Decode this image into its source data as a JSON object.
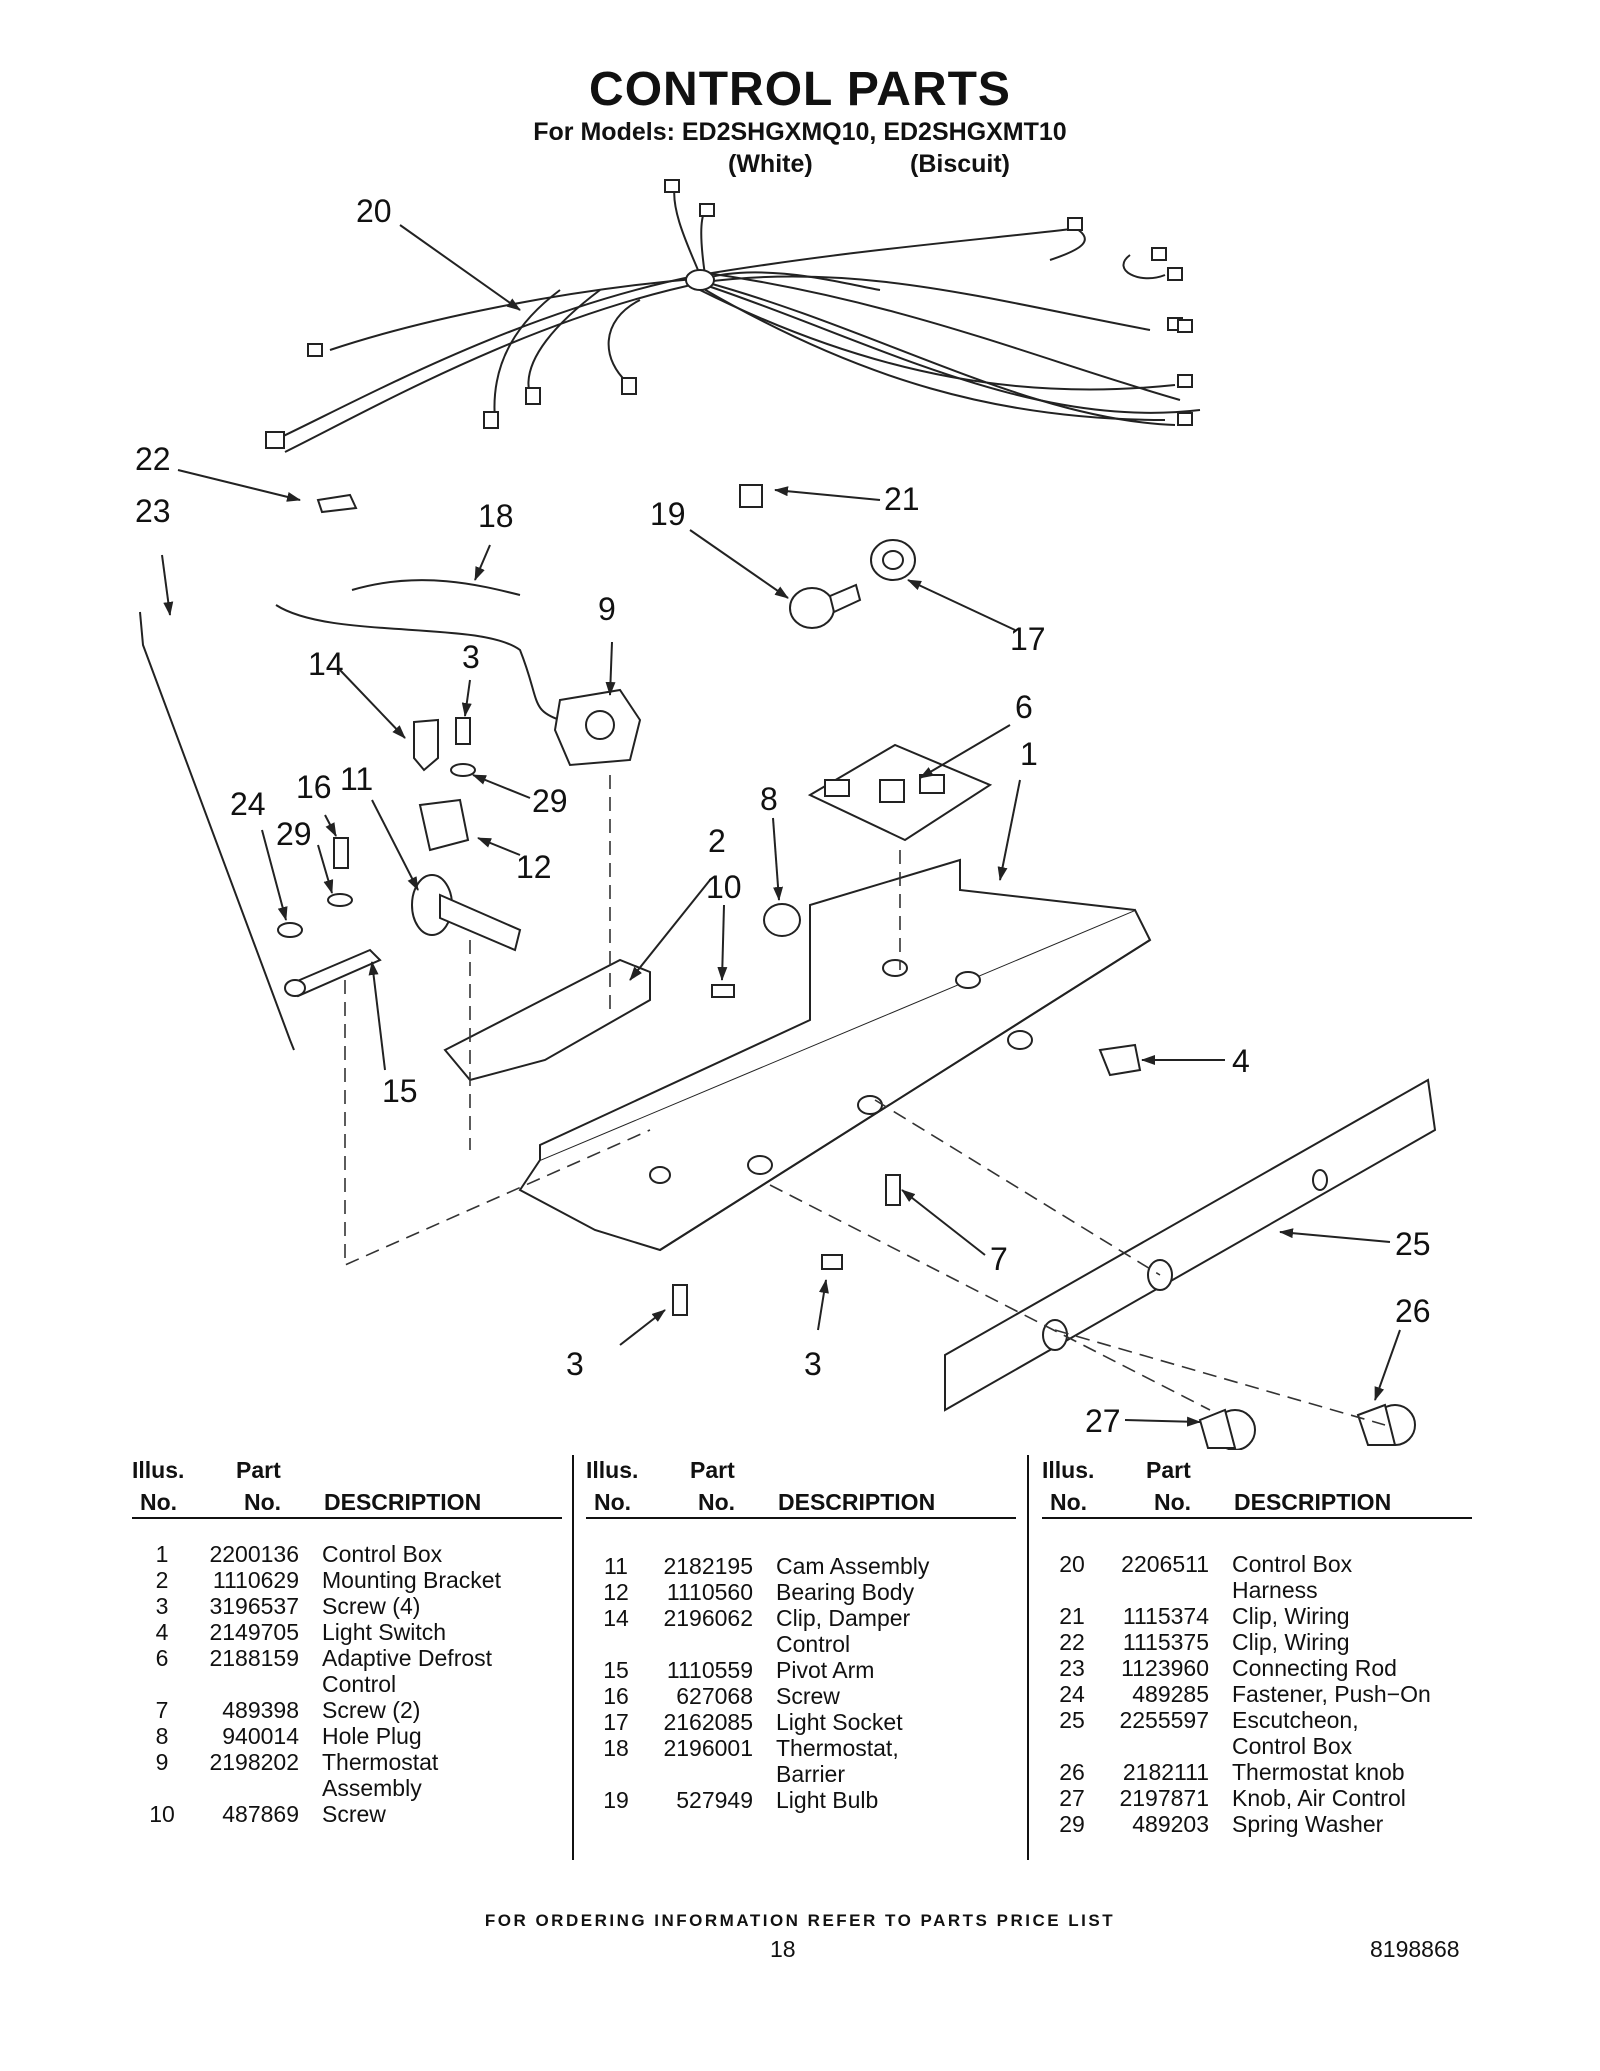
{
  "header": {
    "title": "CONTROL PARTS",
    "models": "For Models: ED2SHGXMQ10, ED2SHGXMT10",
    "variant_1": "(White)",
    "variant_2": "(Biscuit)"
  },
  "callouts": [
    "20",
    "22",
    "23",
    "18",
    "19",
    "21",
    "17",
    "9",
    "14",
    "3",
    "16",
    "11",
    "24",
    "29",
    "29",
    "6",
    "1",
    "8",
    "2",
    "10",
    "12",
    "15",
    "4",
    "7",
    "25",
    "26",
    "3",
    "3",
    "27"
  ],
  "table": {
    "headers": {
      "illus_top": "Illus.",
      "illus_bottom": "No.",
      "part_top": "Part",
      "part_bottom": "No.",
      "description": "DESCRIPTION"
    },
    "columns": [
      [
        {
          "no": "1",
          "part": "2200136",
          "desc": "Control Box"
        },
        {
          "no": "2",
          "part": "1110629",
          "desc": "Mounting Bracket"
        },
        {
          "no": "3",
          "part": "3196537",
          "desc": "Screw (4)"
        },
        {
          "no": "4",
          "part": "2149705",
          "desc": "Light Switch"
        },
        {
          "no": "6",
          "part": "2188159",
          "desc": "Adaptive Defrost"
        },
        {
          "no": "",
          "part": "",
          "desc": "Control"
        },
        {
          "no": "7",
          "part": "489398",
          "desc": "Screw (2)"
        },
        {
          "no": "8",
          "part": "940014",
          "desc": "Hole Plug"
        },
        {
          "no": "9",
          "part": "2198202",
          "desc": "Thermostat"
        },
        {
          "no": "",
          "part": "",
          "desc": "Assembly"
        },
        {
          "no": "10",
          "part": "487869",
          "desc": "Screw"
        }
      ],
      [
        {
          "no": "11",
          "part": "2182195",
          "desc": "Cam Assembly"
        },
        {
          "no": "12",
          "part": "1110560",
          "desc": "Bearing Body"
        },
        {
          "no": "14",
          "part": "2196062",
          "desc": "Clip, Damper"
        },
        {
          "no": "",
          "part": "",
          "desc": "Control"
        },
        {
          "no": "15",
          "part": "1110559",
          "desc": "Pivot Arm"
        },
        {
          "no": "16",
          "part": "627068",
          "desc": "Screw"
        },
        {
          "no": "17",
          "part": "2162085",
          "desc": "Light Socket"
        },
        {
          "no": "18",
          "part": "2196001",
          "desc": "Thermostat,"
        },
        {
          "no": "",
          "part": "",
          "desc": "Barrier"
        },
        {
          "no": "19",
          "part": "527949",
          "desc": "Light Bulb"
        }
      ],
      [
        {
          "no": "20",
          "part": "2206511",
          "desc": "Control Box"
        },
        {
          "no": "",
          "part": "",
          "desc": "Harness"
        },
        {
          "no": "21",
          "part": "1115374",
          "desc": "Clip, Wiring"
        },
        {
          "no": "22",
          "part": "1115375",
          "desc": "Clip, Wiring"
        },
        {
          "no": "23",
          "part": "1123960",
          "desc": "Connecting Rod"
        },
        {
          "no": "24",
          "part": "489285",
          "desc": "Fastener, Push−On"
        },
        {
          "no": "25",
          "part": "2255597",
          "desc": "Escutcheon,"
        },
        {
          "no": "",
          "part": "",
          "desc": "Control Box"
        },
        {
          "no": "26",
          "part": "2182111",
          "desc": "Thermostat knob"
        },
        {
          "no": "27",
          "part": "2197871",
          "desc": "Knob, Air Control"
        },
        {
          "no": "29",
          "part": "489203",
          "desc": "Spring Washer"
        }
      ]
    ]
  },
  "footer": {
    "ordering": "FOR ORDERING INFORMATION REFER TO PARTS PRICE LIST",
    "page": "18",
    "doc_number": "8198868"
  }
}
